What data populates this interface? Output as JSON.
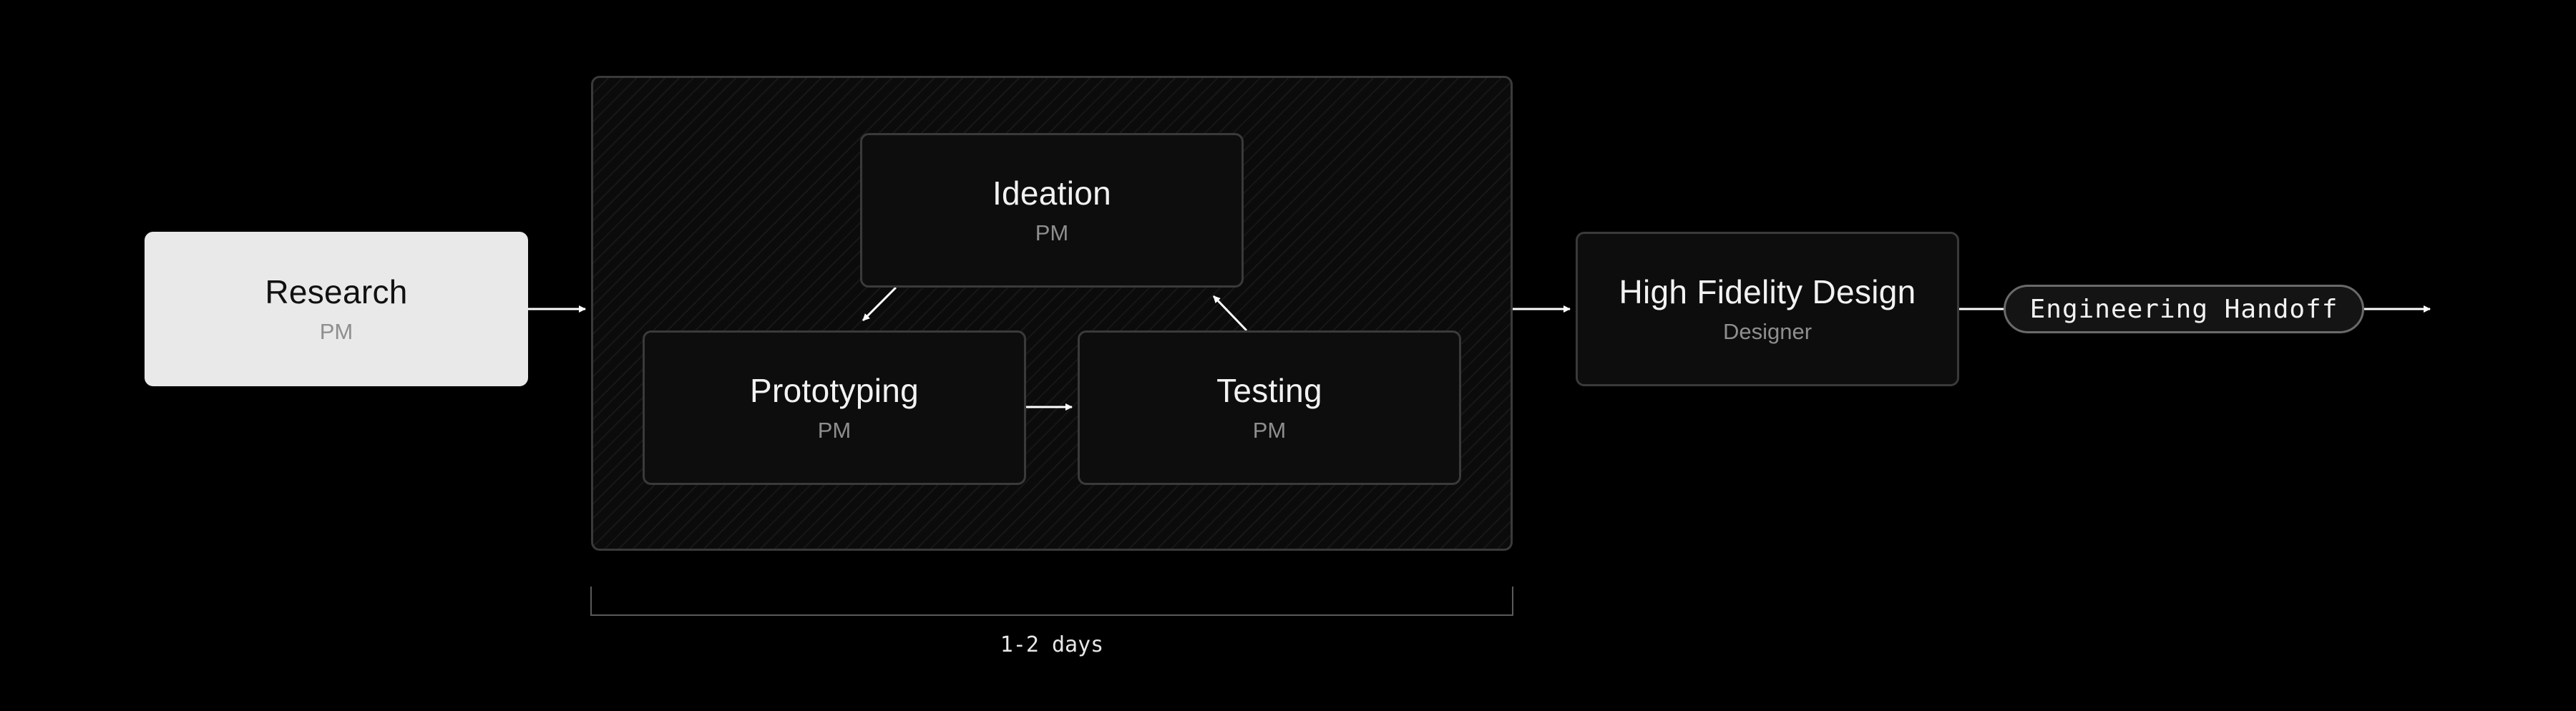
{
  "nodes": {
    "research": {
      "title": "Research",
      "subtitle": "PM"
    },
    "ideation": {
      "title": "Ideation",
      "subtitle": "PM"
    },
    "prototyping": {
      "title": "Prototyping",
      "subtitle": "PM"
    },
    "testing": {
      "title": "Testing",
      "subtitle": "PM"
    },
    "high_fidelity": {
      "title": "High Fidelity Design",
      "subtitle": "Designer"
    }
  },
  "handoff": {
    "label": "Engineering Handoff"
  },
  "iteration": {
    "duration_label": "1-2 days"
  },
  "colors": {
    "background": "#000000",
    "node_fill": "#0d0d0d",
    "node_border": "#3a3a3a",
    "highlight_fill": "#e9e9e9",
    "text_primary": "#f2f2f2",
    "text_secondary": "#8e8e8e",
    "arrow": "#ffffff"
  }
}
